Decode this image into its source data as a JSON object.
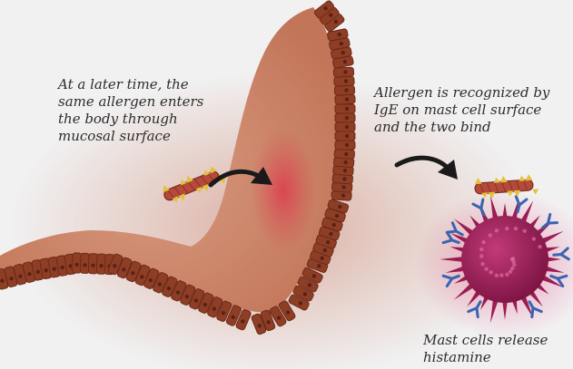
{
  "captions": {
    "allergen_enters": "At a later time, the\nsame allergen enters\nthe body through\nmucosal surface",
    "ige_binding": "Allergen is recognized by\nIgE on mast cell surface\nand the two bind",
    "histamine_release": "Mast cells release\nhistamine"
  },
  "colors": {
    "background": "#f1f1f2",
    "tissue": "#c97a60",
    "epithelium": "#8f3e26",
    "inflammation": "#e0324a",
    "mast_cell": "#a3205a",
    "ige_receptor": "#3a63b0",
    "allergen": "#b5493a",
    "allergen_tip": "#e3c23a",
    "arrow": "#1a1a1a"
  }
}
